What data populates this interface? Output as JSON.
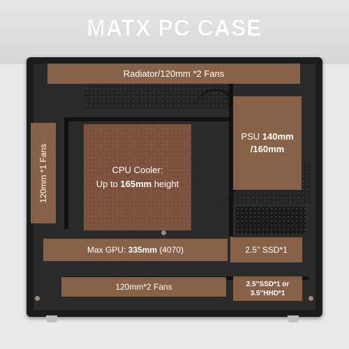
{
  "title": "MATX PC CASE",
  "labels": {
    "radiator": "Radiator/120mm *2 Fans",
    "side_fans": "120mm *1 Fans",
    "psu_prefix": "PSU ",
    "psu_value_1": "140mm",
    "psu_value_2": "/160mm",
    "cpu_line1": "CPU Cooler:",
    "cpu_line2_prefix": "Up to ",
    "cpu_line2_value": "165mm",
    "cpu_line2_suffix": " height",
    "gpu_prefix": "Max GPU: ",
    "gpu_value": "335mm",
    "gpu_suffix": " (4070)",
    "ssd": "2.5'' SSD*1",
    "bottom_fans": "120mm*2 Fans",
    "drive_line1": "2.5''SSD*1 or",
    "drive_line2": "3.5''HHD*1"
  },
  "colors": {
    "overlay": "#9e6e50",
    "case": "#1c1c1c"
  }
}
